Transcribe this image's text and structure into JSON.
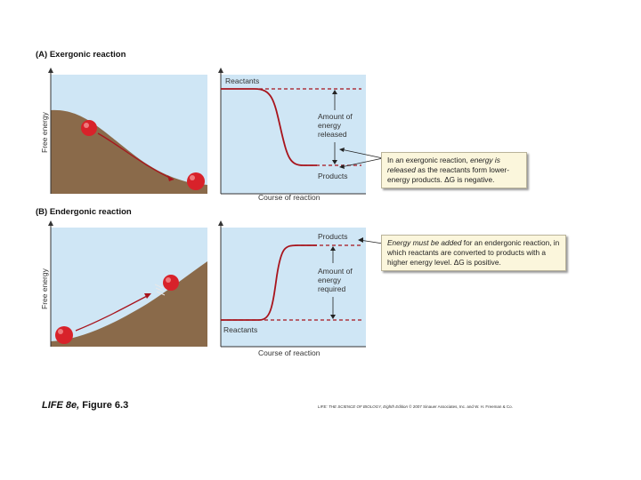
{
  "panel_a": {
    "title_letter": "(A)",
    "title_text": "Exergonic reaction",
    "y_label": "Free energy",
    "top_label": "Reactants",
    "bottom_label": "Products",
    "bracket_label": [
      "Amount of",
      "energy",
      "released"
    ],
    "x_label": "Course of reaction",
    "callout": {
      "part1": "In an exergonic reaction, ",
      "italic": "energy is released",
      "part2": " as the reactants form lower-energy products. ΔG is negative."
    }
  },
  "panel_b": {
    "title_letter": "(B)",
    "title_text": "Endergonic reaction",
    "y_label": "Free energy",
    "top_label": "Products",
    "bottom_label": "Reactants",
    "bracket_label": [
      "Amount of",
      "energy",
      "required"
    ],
    "x_label": "Course of reaction",
    "callout": {
      "italic": "Energy must be added",
      "part2": " for an endergonic reaction, in which reactants are converted to products with a higher energy level. ΔG is positive."
    }
  },
  "footer": {
    "left_italic": "LIFE 8e,",
    "left_rest": " Figure 6.3",
    "right_italic": "LIFE: THE SCIENCE OF BIOLOGY, Eighth Edition",
    "right_rest": " © 2007 Sinauer Associates, Inc. and W. H. Freeman & Co."
  },
  "colors": {
    "sky": "#cfe6f5",
    "hill": "#8a6a4a",
    "curve": "#a8141c",
    "ball": "#d8222a",
    "callout_bg": "#fbf6dc"
  }
}
